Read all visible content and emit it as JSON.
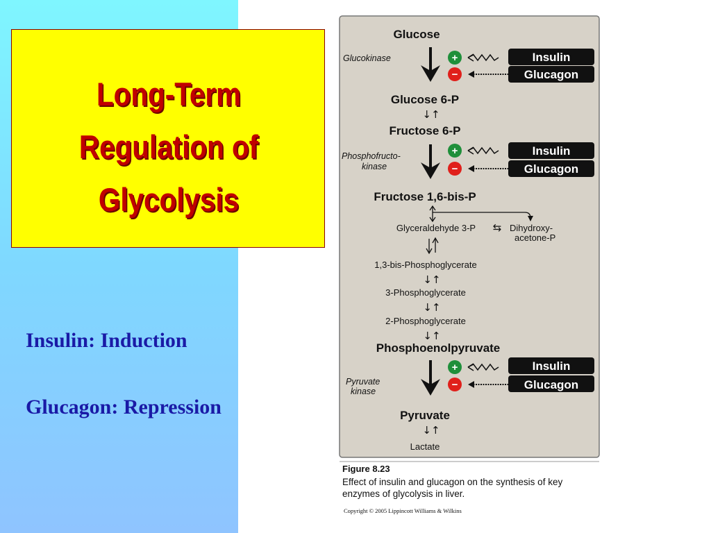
{
  "title": {
    "lines": [
      "Long-Term",
      "Regulation of",
      "Glycolysis"
    ]
  },
  "legend": {
    "insulin": "Insulin: Induction",
    "glucagon": "Glucagon: Repression"
  },
  "pathway": {
    "glucose": "Glucose",
    "glucose_6p": "Glucose 6-P",
    "fructose_6p": "Fructose 6-P",
    "fructose_16bp": "Fructose 1,6-bis-P",
    "gap": "Glyceraldehyde 3-P",
    "dhap_line1": "Dihydroxy-",
    "dhap_line2": "acetone-P",
    "bpg13": "1,3-bis-Phosphoglycerate",
    "pg3": "3-Phosphoglycerate",
    "pg2": "2-Phosphoglycerate",
    "pep": "Phosphoenolpyruvate",
    "pyruvate": "Pyruvate",
    "lactate": "Lactate",
    "equilibrium_symbol": "↓↑",
    "exchange_symbol": "⇆"
  },
  "enzymes": {
    "glucokinase": "Glucokinase",
    "pfk_line1": "Phosphofructo-",
    "pfk_line2": "kinase",
    "pk_line1": "Pyruvate",
    "pk_line2": "kinase"
  },
  "regulators": {
    "insulin": "Insulin",
    "glucagon": "Glucagon",
    "plus": "+",
    "minus": "−"
  },
  "figure": {
    "label": "Figure 8.23",
    "caption_line1": "Effect of insulin and glucagon on the synthesis of key",
    "caption_line2": "enzymes of glycolysis in liver.",
    "copyright": "Copyright © 2005 Lippincott Williams & Wilkins"
  },
  "colors": {
    "panel_bg": "#d7d2c8",
    "plus": "#1f8f3a",
    "minus": "#e0201b",
    "title_text": "#c00000",
    "title_box": "#ffff00",
    "legend_text": "#1a1aa6"
  }
}
